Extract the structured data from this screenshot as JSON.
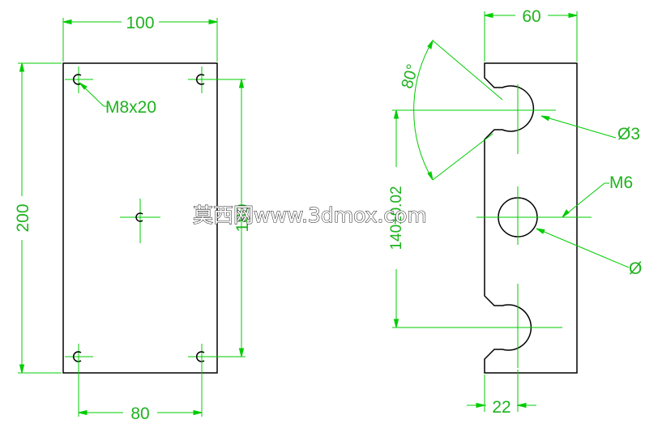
{
  "colors": {
    "part_outline": "#000000",
    "dimension": "#00cc00",
    "watermark_outline": "#2a2a2a"
  },
  "front_view": {
    "dim_width": "100",
    "dim_height": "200",
    "dim_hole_spacing_x": "80",
    "dim_hole_spacing_y": "180",
    "thread_callout": "M8x20"
  },
  "side_view": {
    "dim_width": "60",
    "dim_angle": "80°",
    "dim_slot_spacing": "140±0.02",
    "dim_offset": "22",
    "callout_slot_diameter": "Ø3",
    "callout_thread": "M6",
    "callout_hole_diameter": "Ø"
  },
  "watermark": "莫西网www.3dmox.com"
}
